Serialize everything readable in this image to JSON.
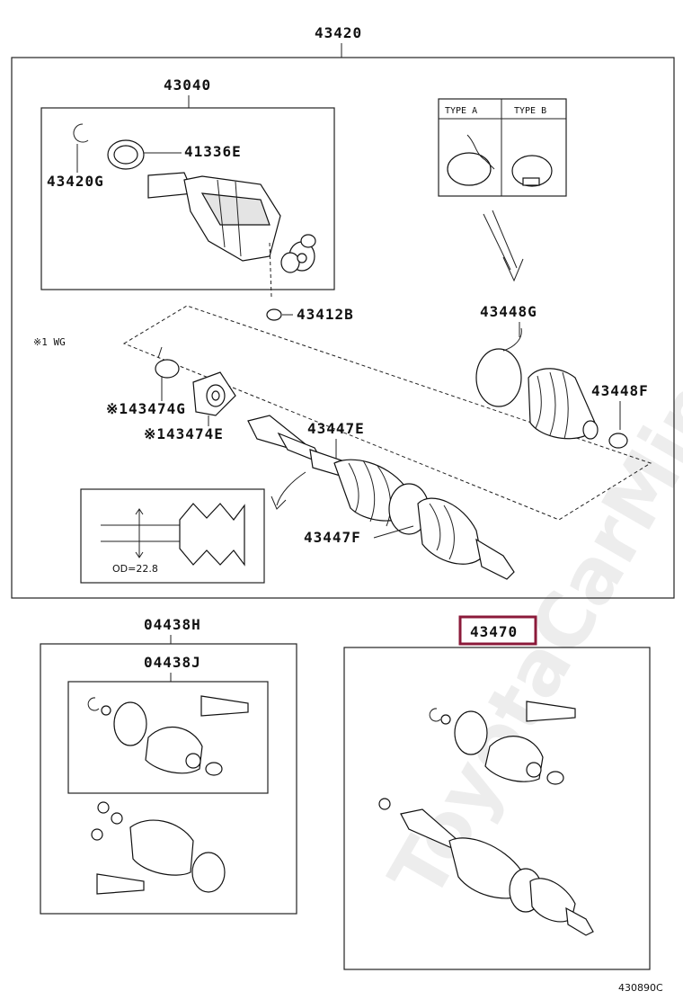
{
  "labels": {
    "top_assembly": "43420",
    "inner_joint": "43040",
    "seal": "41336E",
    "snap_ring": "43420G",
    "clip_small": "43412B",
    "wg_note": "※1 WG",
    "damper_clamp": "※143474G",
    "damper": "※143474E",
    "inboard_boot": "43447E",
    "outboard_boot": "43447F",
    "clamp_large": "43448G",
    "clamp_small": "43448F",
    "type_a": "TYPE A",
    "type_b": "TYPE B",
    "od_note": "OD=22.8",
    "kit_h": "04438H",
    "kit_j": "04438J",
    "shaft_assy": "43470",
    "diagram_code": "430890C"
  },
  "watermark": "ToyotaCarMine.ru",
  "colors": {
    "line": "#222222",
    "highlight": "#8b1a3a",
    "watermark": "#d9d9d9"
  }
}
